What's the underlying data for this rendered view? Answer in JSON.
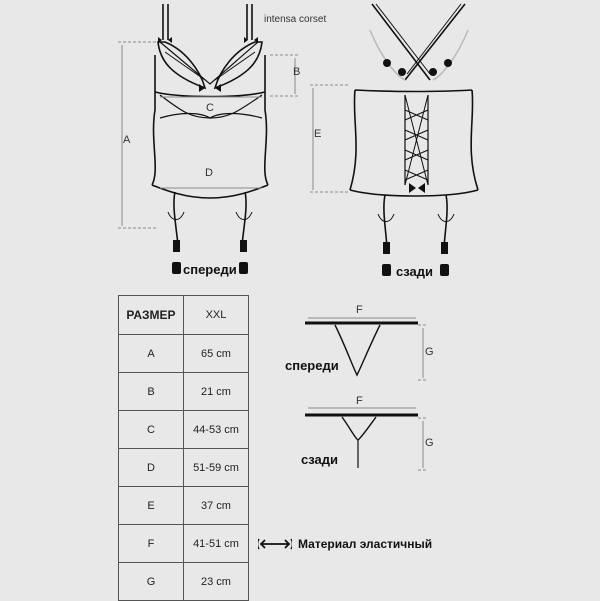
{
  "product_name": "intensa corset",
  "views": {
    "front_label": "спереди",
    "back_label": "сзади"
  },
  "dimension_letters": {
    "A": "A",
    "B": "B",
    "C": "C",
    "D": "D",
    "E": "E",
    "F": "F",
    "G": "G"
  },
  "thong_views": {
    "front_label": "спереди",
    "back_label": "сзади"
  },
  "table": {
    "header_size": "РАЗМЕР",
    "header_value": "XXL",
    "rows": [
      {
        "letter": "A",
        "value": "65 cm"
      },
      {
        "letter": "B",
        "value": "21 cm"
      },
      {
        "letter": "C",
        "value": "44-53 cm"
      },
      {
        "letter": "D",
        "value": "51-59 cm"
      },
      {
        "letter": "E",
        "value": "37 cm"
      },
      {
        "letter": "F",
        "value": "41-51 cm"
      },
      {
        "letter": "G",
        "value": "23 cm"
      }
    ]
  },
  "legend": {
    "icon": "elastic-arrows-icon",
    "text": "Материал эластичный"
  }
}
